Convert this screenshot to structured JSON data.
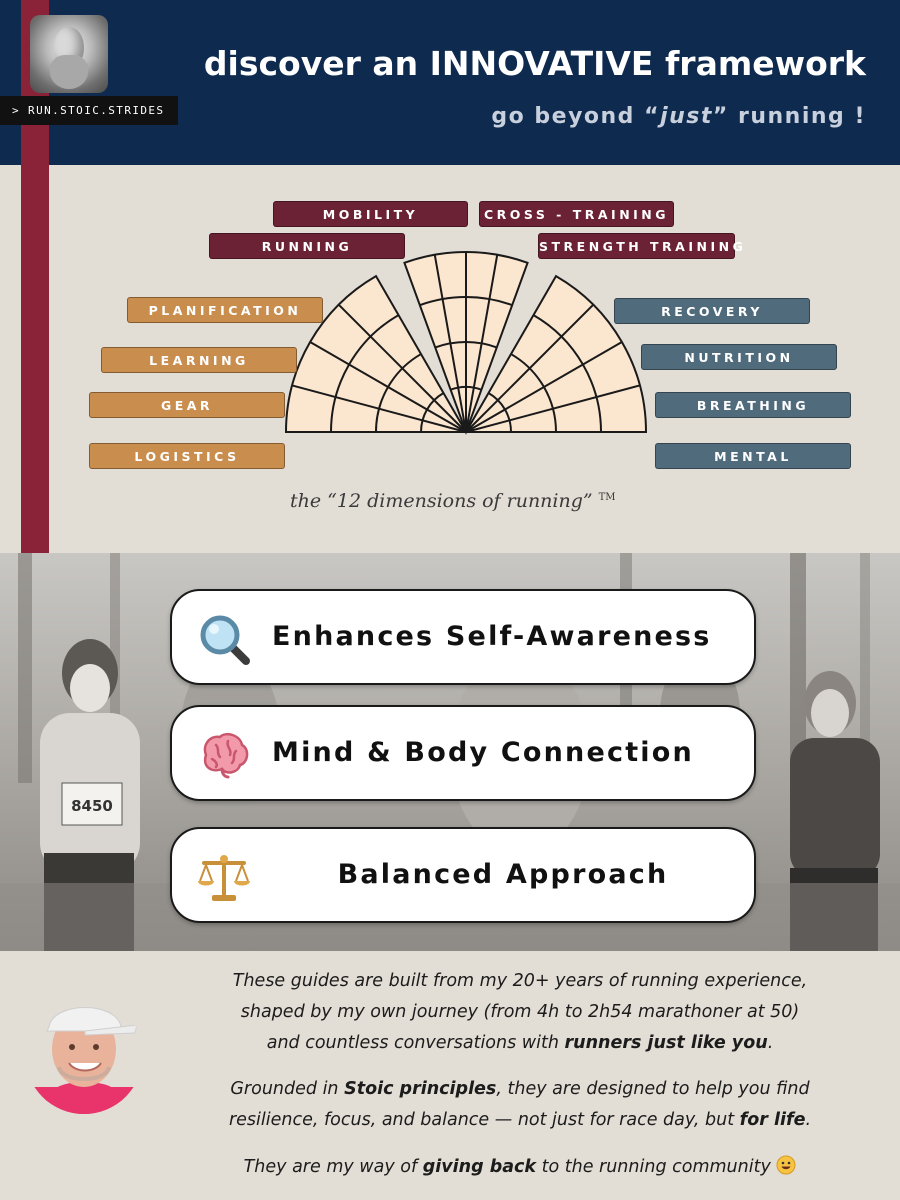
{
  "header": {
    "handle": "> RUN.STOIC.STRIDES",
    "title": "discover an INNOVATIVE framework",
    "subtitle_pre": "go beyond “",
    "subtitle_em": "just",
    "subtitle_post": "” running !"
  },
  "colors": {
    "navy": "#0e2a4f",
    "crimson": "#8a2338",
    "maroon_pill": "#6b2235",
    "orange_pill": "#c98e4e",
    "blue_pill": "#4f6b7c",
    "fan_fill": "#fbe6cf",
    "background": "#e2ddd5"
  },
  "dimensions": {
    "top": [
      {
        "label": "MOBILITY"
      },
      {
        "label": "CROSS - TRAINING"
      },
      {
        "label": "RUNNING"
      },
      {
        "label": "STRENGTH TRAINING"
      }
    ],
    "left": [
      {
        "label": "PLANIFICATION"
      },
      {
        "label": "LEARNING"
      },
      {
        "label": "GEAR"
      },
      {
        "label": "LOGISTICS"
      }
    ],
    "right": [
      {
        "label": "RECOVERY"
      },
      {
        "label": "NUTRITION"
      },
      {
        "label": "BREATHING"
      },
      {
        "label": "MENTAL"
      }
    ]
  },
  "caption": {
    "text": "the “12 dimensions of running”",
    "mark": "TM"
  },
  "benefits": [
    {
      "label": "Enhances Self-Awareness",
      "icon": "magnifier-icon"
    },
    {
      "label": "Mind & Body Connection",
      "icon": "brain-icon"
    },
    {
      "label": "Balanced Approach",
      "icon": "balance-scale-icon"
    }
  ],
  "bio": {
    "p1_a": "These guides are built from my 20+ years of running experience,",
    "p1_b": "shaped by my own journey (from 4h to 2h54 marathoner at 50)",
    "p1_c": "and countless conversations with ",
    "p1_c_bold": "runners just like you",
    "p1_c_end": ".",
    "p2_a": "Grounded in ",
    "p2_a_bold": "Stoic principles",
    "p2_a_end": ", they are designed to help you find",
    "p2_b": "resilience, focus, and balance — not just for race day, but ",
    "p2_b_bold": "for life",
    "p2_b_end": ".",
    "p3_a": "They are my way of ",
    "p3_bold": "giving back",
    "p3_b": " to the running community"
  }
}
